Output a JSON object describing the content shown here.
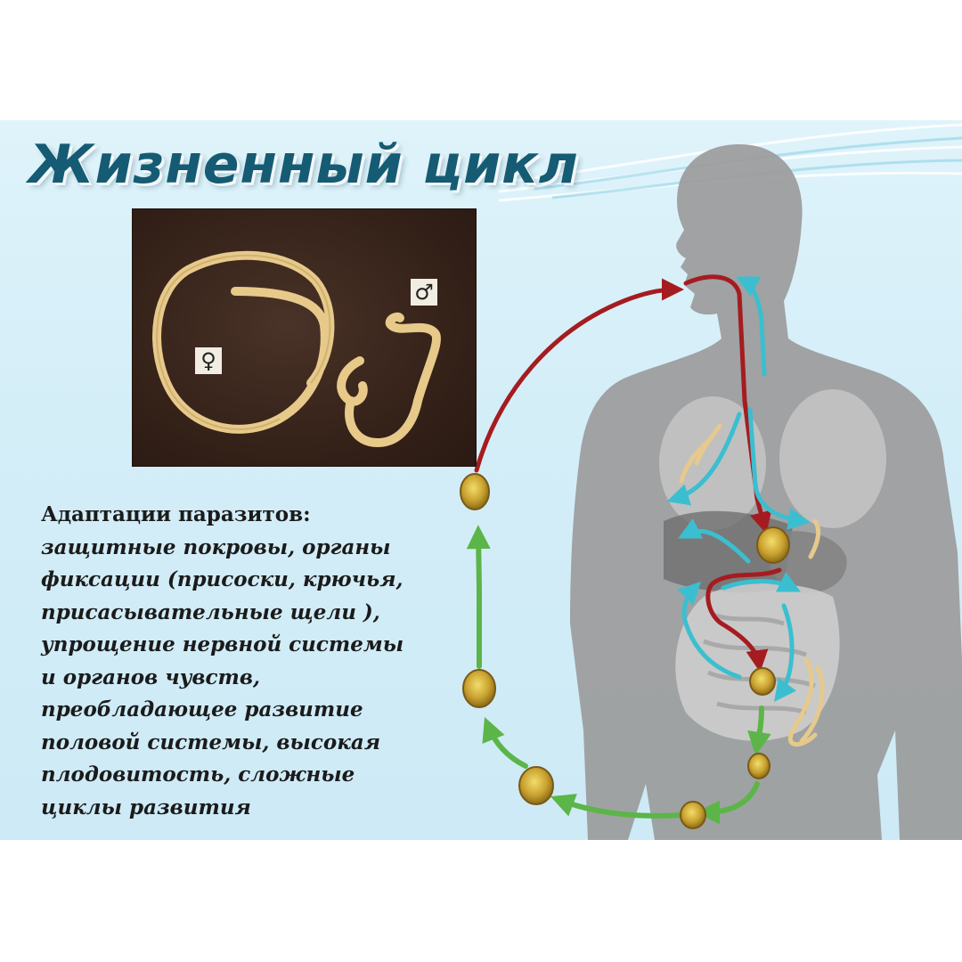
{
  "title": "Жизненный цикл",
  "photo": {
    "female_symbol": "♀",
    "male_symbol": "♂"
  },
  "adaptations": {
    "heading": "Адаптации паразитов:",
    "lines": [
      "защитные покровы, органы",
      "фиксации (присоски, крючья,",
      "присасывательные щели ),",
      "упрощение нервной системы",
      "и органов чувств,",
      "преобладающее развитие",
      "половой системы, высокая",
      "плодовитость, сложные",
      "циклы развития"
    ]
  },
  "colors": {
    "title": "#155b73",
    "background": "#d6eff8",
    "body_silhouette": "#9b9b9b",
    "organs": "#c8c8c8",
    "arrow_ingestion": "#a51c20",
    "arrow_migration": "#3bbfd0",
    "arrow_egg_development": "#5cb548",
    "egg": "#c9a230",
    "worm": "#e6c98c"
  }
}
